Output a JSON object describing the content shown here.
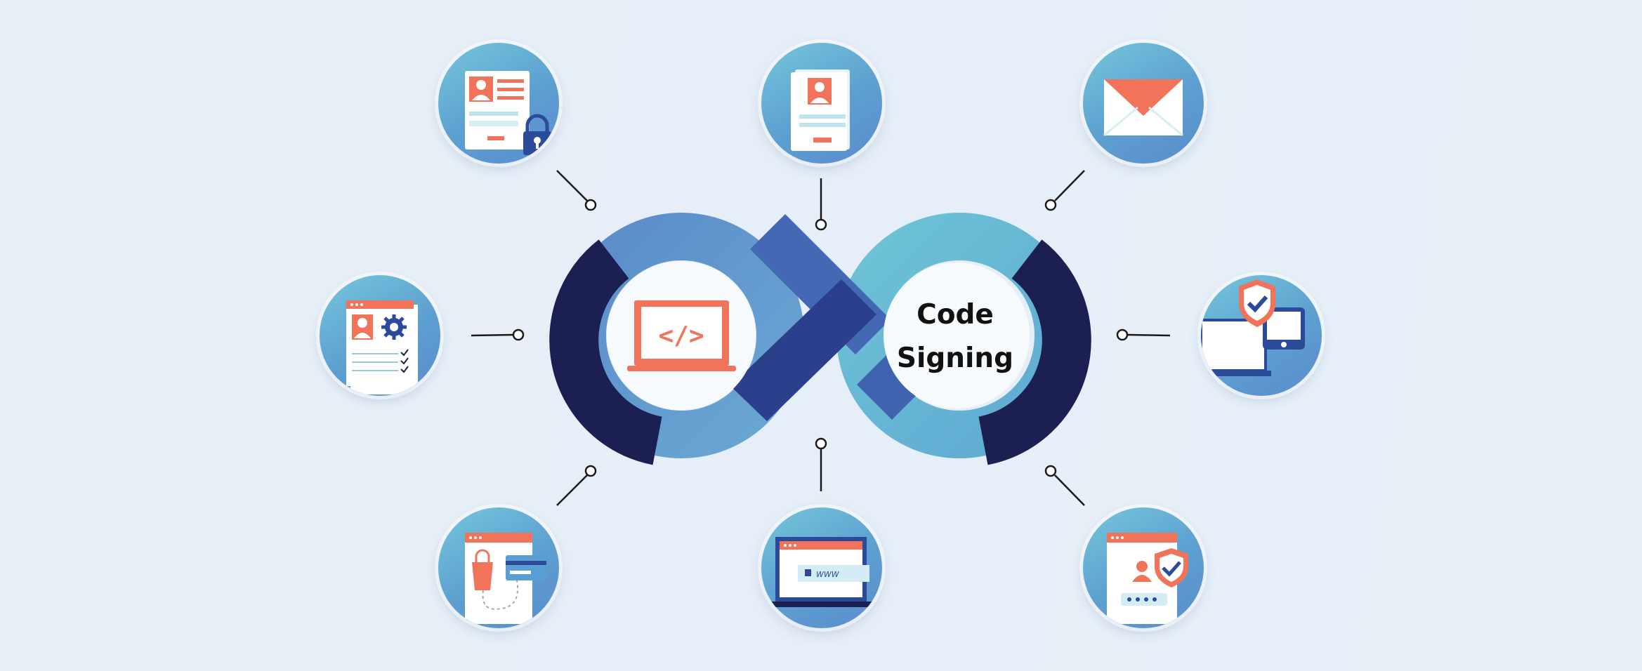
{
  "center": {
    "label_line1": "Code",
    "label_line2": "Signing",
    "code_glyph": "</>"
  },
  "icons": [
    "id-card-lock-icon",
    "id-document-icon",
    "email-envelope-icon",
    "profile-settings-checklist-icon",
    "shield-devices-icon",
    "shopping-payment-icon",
    "secure-url-browser-icon",
    "user-shield-login-icon"
  ],
  "browser_bar_text": "WWW",
  "colors": {
    "loop_dark": "#1c1f52",
    "loop_mid": "#3d5faa",
    "loop_light": "#6fbfd4",
    "accent_orange": "#f0735a",
    "node_blue": "#5b9bd0"
  }
}
